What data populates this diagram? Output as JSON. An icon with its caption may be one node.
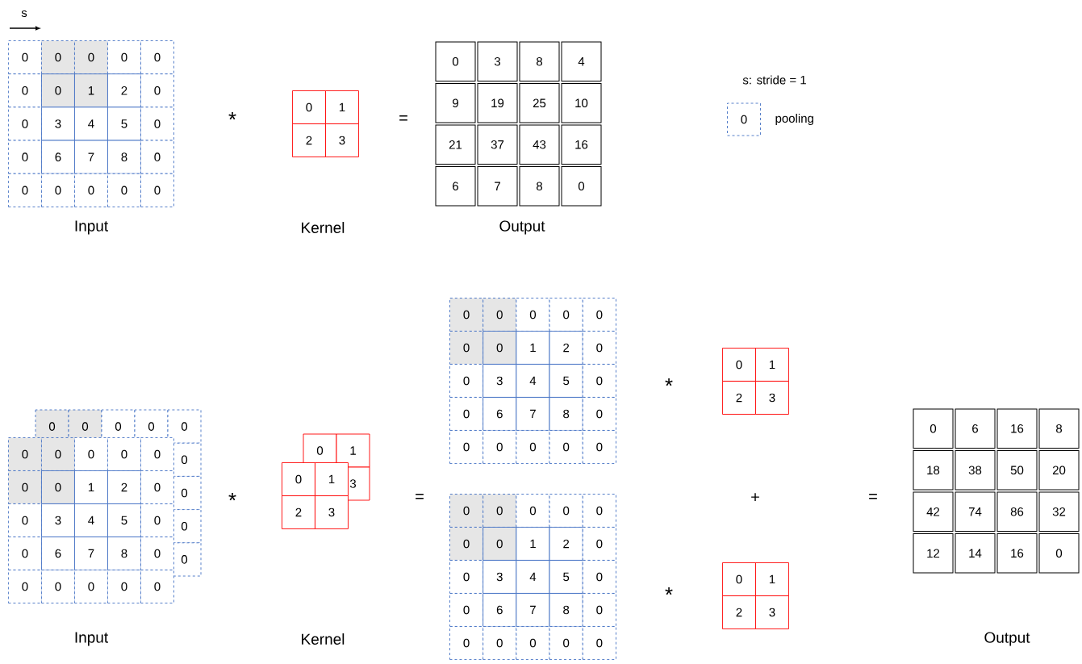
{
  "diagram": {
    "nodes": [
      {
        "text": [
          "0",
          "0",
          "0",
          "0",
          "0",
          "0",
          "0",
          "1",
          "2",
          "0",
          "0",
          "3",
          "4",
          "5",
          "0",
          "0",
          "6",
          "7",
          "8",
          "0",
          "0",
          "0",
          "0",
          "0",
          "0"
        ],
        "beside": [
          "Input"
        ]
      },
      {
        "text": [
          "0",
          "1",
          "2",
          "3"
        ]
      },
      {
        "text": [
          "0",
          "3",
          "8",
          "4",
          "9",
          "19",
          "25",
          "10",
          "21",
          "37",
          "43",
          "16",
          "6",
          "7",
          "8",
          "0"
        ],
        "beside": [
          "Output"
        ]
      },
      {
        "text": [
          "0",
          "0",
          "0",
          "0",
          "0",
          "0",
          "0",
          "0",
          "0"
        ]
      },
      {
        "text": [
          "0",
          "0",
          "0",
          "0",
          "0",
          "0",
          "0",
          "1",
          "2",
          "0",
          "0",
          "3",
          "4",
          "5",
          "0",
          "0",
          "6",
          "7",
          "8",
          "0",
          "0",
          "0",
          "0",
          "0",
          "0"
        ],
        "beside": [
          "Input"
        ]
      },
      {
        "text": [
          "0",
          "1",
          "3"
        ]
      },
      {
        "text": [
          "0",
          "1",
          "2",
          "3"
        ]
      },
      {
        "text": [
          "0",
          "0",
          "0",
          "0",
          "0",
          "0",
          "0",
          "1",
          "2",
          "0",
          "0",
          "3",
          "4",
          "5",
          "0",
          "0",
          "6",
          "7",
          "8",
          "0",
          "0",
          "0",
          "0",
          "0",
          "0"
        ]
      },
      {
        "text": [
          "0",
          "1",
          "2",
          "3"
        ]
      },
      {
        "text": [
          "0",
          "0",
          "0",
          "0",
          "0",
          "0",
          "0",
          "1",
          "2",
          "0",
          "0",
          "3",
          "4",
          "5",
          "0",
          "0",
          "6",
          "7",
          "8",
          "0",
          "0",
          "0",
          "0",
          "0",
          "0"
        ]
      },
      {
        "text": [
          "0",
          "1",
          "2",
          "3"
        ]
      },
      {
        "text": [
          "0",
          "6",
          "16",
          "8",
          "18",
          "38",
          "50",
          "20",
          "42",
          "74",
          "86",
          "32",
          "12",
          "14",
          "16",
          "0"
        ],
        "beside": [
          "Output"
        ]
      }
    ],
    "labels": [
      "s",
      "s: stride = 1",
      "0",
      "*",
      "=",
      "Kernel",
      "*",
      "=",
      "*",
      "+",
      "*",
      "=",
      "Kernel"
    ],
    "legend": [
      {
        "text": "pooling"
      }
    ]
  }
}
